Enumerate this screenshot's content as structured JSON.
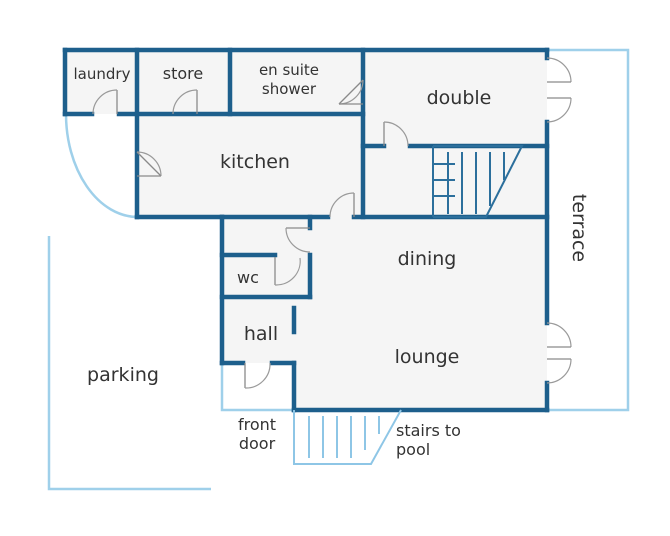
{
  "floor_plan": {
    "rooms": {
      "laundry": "laundry",
      "store": "store",
      "ensuite_line1": "en suite",
      "ensuite_line2": "shower",
      "double": "double",
      "kitchen": "kitchen",
      "terrace": "terrace",
      "dining": "dining",
      "wc": "wc",
      "hall": "hall",
      "lounge": "lounge",
      "parking": "parking",
      "front_door_line1": "front",
      "front_door_line2": "door",
      "stairs_line1": "stairs to",
      "stairs_line2": "pool"
    },
    "colors": {
      "wall": "#1d5f8c",
      "outline": "#9fd0ea",
      "floor": "#f5f5f5",
      "text": "#333333"
    }
  }
}
